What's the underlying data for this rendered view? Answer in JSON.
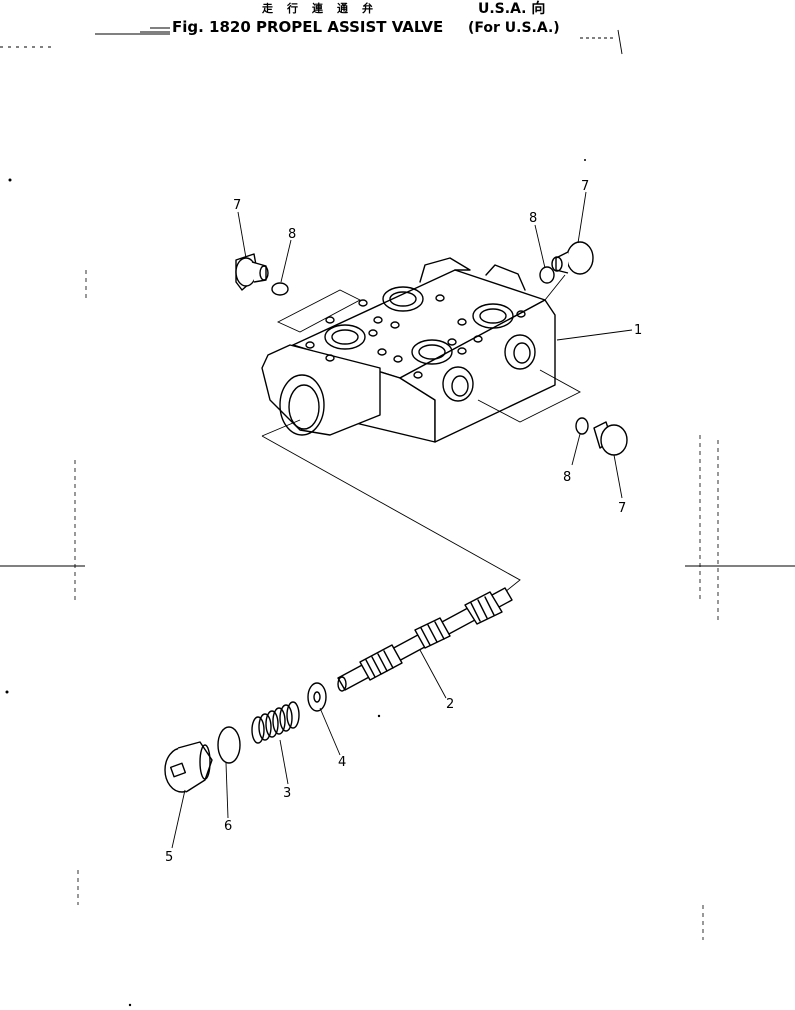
{
  "header": {
    "jp_title": "走行連通弁",
    "jp_region": "U.S.A. 向",
    "fig_title": "Fig. 1820 PROPEL ASSIST VALVE",
    "en_region": "(For U.S.A.)"
  },
  "callouts": {
    "c1": "1",
    "c2": "2",
    "c3": "3",
    "c4": "4",
    "c5": "5",
    "c6": "6",
    "c7a": "7",
    "c8a": "8",
    "c8b": "8",
    "c7b": "7",
    "c8c": "8",
    "c7c": "7"
  }
}
